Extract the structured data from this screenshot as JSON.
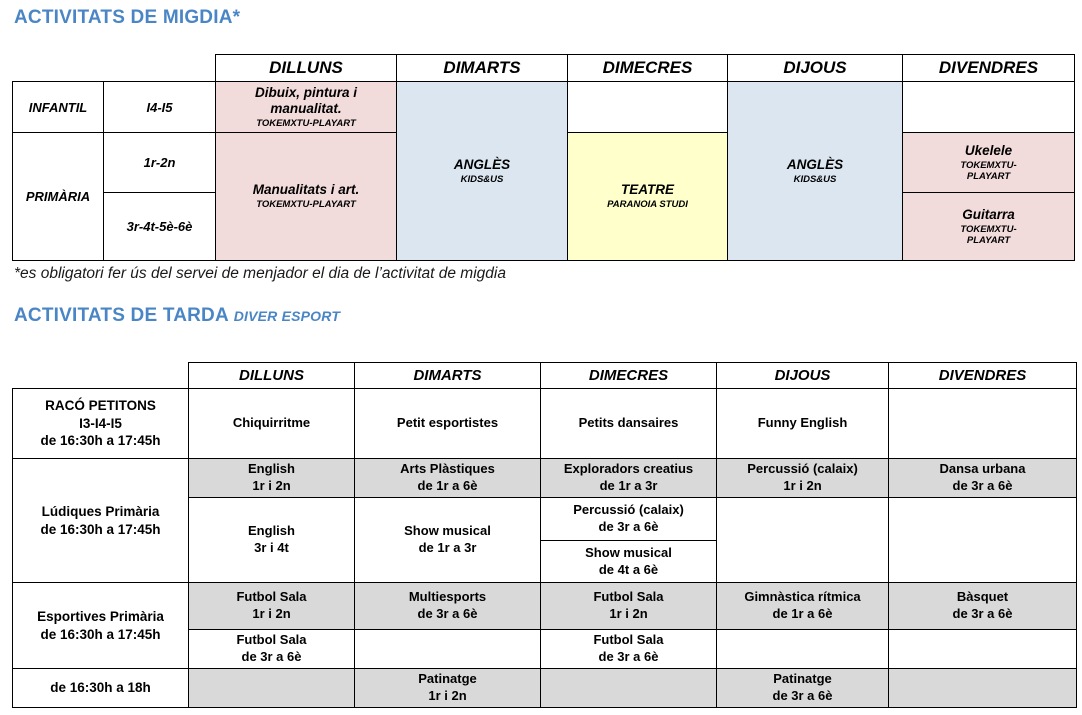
{
  "titles": {
    "migdia": "ACTIVITATS DE MIGDIA*",
    "tarda": "ACTIVITATS DE TARDA",
    "tarda_suffix": "DIVER ESPORT"
  },
  "note": "*es obligatori fer ús del servei de menjador el dia de l’activitat de migdia",
  "days": [
    "DILLUNS",
    "DIMARTS",
    "DIMECRES",
    "DIJOUS",
    "DIVENDRES"
  ],
  "colors": {
    "title_blue": "#4A86C6",
    "cell_pink": "#F2DCDB",
    "cell_blue": "#DCE6F1",
    "cell_yellow": "#FFFFCC",
    "cell_gray": "#D9D9D9",
    "border": "#000000"
  },
  "migdia": {
    "row_labels": {
      "infantil": "INFANTIL",
      "primaria": "PRIMÀRIA"
    },
    "group_labels": {
      "infantil": "I4-I5",
      "primaria_1": "1r-2n",
      "primaria_2": "3r-4t-5è-6è"
    },
    "cells": {
      "dibuix": {
        "title": "Dibuix, pintura i manualitat.",
        "sub": "TOKEMXTU-PLAYART"
      },
      "angles_dimarts": {
        "title": "ANGLÈS",
        "sub": "KIDS&US"
      },
      "manualitats": {
        "title": "Manualitats i art.",
        "sub": "TOKEMXTU-PLAYART"
      },
      "teatre": {
        "title": "TEATRE",
        "sub": "PARANOIA STUDI"
      },
      "angles_dijous": {
        "title": "ANGLÈS",
        "sub": "KIDS&US"
      },
      "ukelele": {
        "title": "Ukelele",
        "sub": "TOKEMXTU-PLAYART"
      },
      "guitarra": {
        "title": "Guitarra",
        "sub": "TOKEMXTU-PLAYART"
      }
    }
  },
  "tarda": {
    "raco": {
      "label": {
        "l1": "RACÓ PETITONS",
        "l2": "I3-I4-I5",
        "l3": "de 16:30h a 17:45h"
      },
      "dilluns": "Chiquirritme",
      "dimarts": "Petit esportistes",
      "dimecres": "Petits dansaires",
      "dijous": "Funny English"
    },
    "ludiques": {
      "label": {
        "l1": "Lúdiques Primària",
        "l2": "de 16:30h a 17:45h"
      },
      "row1": {
        "dilluns": {
          "l1": "English",
          "l2": "1r i 2n"
        },
        "dimarts": {
          "l1": "Arts Plàstiques",
          "l2": "de 1r a 6è"
        },
        "dimecres": {
          "l1": "Exploradors creatius",
          "l2": "de 1r a 3r"
        },
        "dijous": {
          "l1": "Percussió (calaix)",
          "l2": "1r i 2n"
        },
        "divendres": {
          "l1": "Dansa urbana",
          "l2": "de 3r a 6è"
        }
      },
      "row2": {
        "dilluns": {
          "l1": "English",
          "l2": "3r i 4t"
        },
        "dimarts": {
          "l1": "Show musical",
          "l2": "de 1r a 3r"
        },
        "dimecres": {
          "l1": "Percussió (calaix)",
          "l2": "de 3r a 6è"
        }
      },
      "row3": {
        "dimecres": {
          "l1": "Show musical",
          "l2": "de 4t a 6è"
        }
      }
    },
    "esportives": {
      "label": {
        "l1": "Esportives Primària",
        "l2": "de 16:30h a 17:45h"
      },
      "row1": {
        "dilluns": {
          "l1": "Futbol Sala",
          "l2": "1r i 2n"
        },
        "dimarts": {
          "l1": "Multiesports",
          "l2": "de 3r a 6è"
        },
        "dimecres": {
          "l1": "Futbol Sala",
          "l2": "1r i 2n"
        },
        "dijous": {
          "l1": "Gimnàstica rítmica",
          "l2": "de 1r a 6è"
        },
        "divendres": {
          "l1": "Bàsquet",
          "l2": "de 3r a 6è"
        }
      },
      "row2": {
        "dilluns": {
          "l1": "Futbol Sala",
          "l2": "de 3r a 6è"
        },
        "dimecres": {
          "l1": "Futbol Sala",
          "l2": "de 3r a 6è"
        }
      }
    },
    "late": {
      "label": "de 16:30h a 18h",
      "dimarts": {
        "l1": "Patinatge",
        "l2": "1r i 2n"
      },
      "dijous": {
        "l1": "Patinatge",
        "l2": "de 3r a 6è"
      }
    }
  }
}
